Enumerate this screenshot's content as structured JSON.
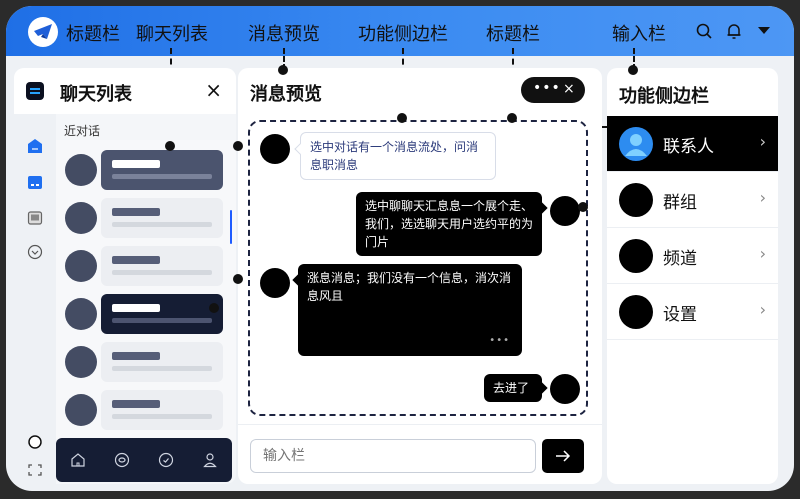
{
  "titlebar": {
    "app_title": "标题栏",
    "annotations": [
      "聊天列表",
      "消息预览",
      "功能侧边栏",
      "标题栏",
      "输入栏"
    ],
    "icons": [
      "search-icon",
      "bell-icon",
      "caret-down-icon"
    ],
    "accent_color": "#2f7ef0"
  },
  "chat_list": {
    "title": "聊天列表",
    "close_label": "×",
    "section_label": "近对话",
    "rail_icons": [
      "home-icon",
      "calendar-icon",
      "monitor-icon",
      "chevron-circle-icon"
    ],
    "rail_bottom_icons": [
      "circle-icon",
      "scan-icon"
    ],
    "items": [
      {
        "state": "active"
      },
      {
        "state": "normal"
      },
      {
        "state": "normal"
      },
      {
        "state": "dark"
      },
      {
        "state": "normal"
      },
      {
        "state": "normal"
      }
    ],
    "bottom_nav": [
      "home-icon",
      "chat-icon",
      "check-icon",
      "user-icon"
    ]
  },
  "preview": {
    "title": "消息预览",
    "more_label": "•••",
    "close_label": "×",
    "messages": [
      {
        "side": "left",
        "style": "light",
        "text": "选中对话有一个消息流处，问消息职消息"
      },
      {
        "side": "right",
        "style": "dark",
        "text": "选中聊聊天汇息息一个展个走、我们，选选聊天用户选约平的为门片"
      },
      {
        "side": "left",
        "style": "dark",
        "text": "涨息消息；我们没有一个信息，消次消息风且",
        "more": "•••"
      },
      {
        "side": "right",
        "style": "dark",
        "text": "去进了"
      }
    ],
    "input_placeholder": "输入栏",
    "send_icon": "arrow-right-icon"
  },
  "function_sidebar": {
    "title": "功能侧边栏",
    "items": [
      {
        "label": "联系人",
        "active": true
      },
      {
        "label": "群组",
        "active": false
      },
      {
        "label": "频道",
        "active": false
      },
      {
        "label": "设置",
        "active": false
      }
    ],
    "chevron": "›"
  }
}
